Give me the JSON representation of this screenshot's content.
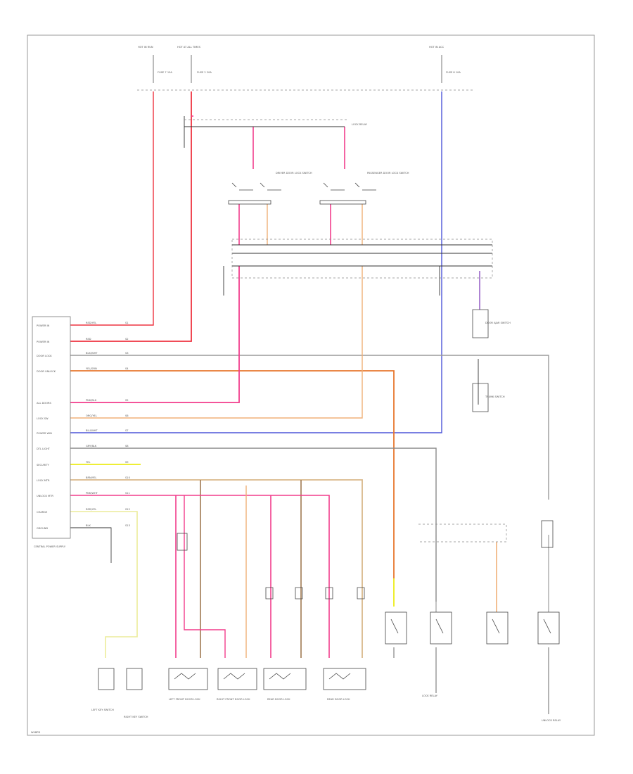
{
  "diagram": {
    "colors": {
      "red": "#ee3340",
      "pink": "#f23d8c",
      "orange": "#f0b078",
      "dark_orange": "#e8772e",
      "blue": "#4d55d8",
      "yellow": "#ecec18",
      "brown": "#a07a52",
      "tan": "#d9b88a",
      "violet": "#9a66c8",
      "gray": "#8a8a8a",
      "black": "#333333"
    },
    "power_feeds": [
      {
        "id": "hot-run",
        "label": "HOT IN RUN",
        "fuse": "FUSE 7 15A"
      },
      {
        "id": "hot-at-all-times",
        "label": "HOT AT ALL TIMES",
        "fuse": "FUSE 2 20A"
      },
      {
        "id": "hot-in-acc",
        "label": "HOT IN ACC",
        "fuse": "FUSE 8 10A"
      }
    ],
    "control_unit": {
      "label": "CENTRAL POWER SUPPLY",
      "pins": [
        {
          "name": "POWER IN",
          "wire": "RED/YEL",
          "code": "S1"
        },
        {
          "name": "POWER IN",
          "wire": "RED",
          "code": "S2"
        },
        {
          "name": "DOOR LOCK",
          "wire": "BLK/WHT",
          "code": "S3"
        },
        {
          "name": "DOOR UNLOCK",
          "wire": "YEL/GRN",
          "code": "S4"
        },
        {
          "name": "ALL DOORS",
          "wire": "PNK/BLK",
          "code": "S5"
        },
        {
          "name": "LOCK SW",
          "wire": "ORG/YEL",
          "code": "S6"
        },
        {
          "name": "POWER WIN",
          "wire": "BLU/WHT",
          "code": "S7"
        },
        {
          "name": "DTL LIGHT",
          "wire": "GRY/BLK",
          "code": "S8"
        },
        {
          "name": "SECURITY",
          "wire": "YEL",
          "code": "S9"
        },
        {
          "name": "LOCK MTR",
          "wire": "BRN/YEL",
          "code": "S10"
        },
        {
          "name": "UNLOCK MTR",
          "wire": "PNK/WHT",
          "code": "S11"
        },
        {
          "name": "CHARGE",
          "wire": "RED/YEL",
          "code": "S12"
        },
        {
          "name": "GROUND",
          "wire": "BLK",
          "code": "S13"
        }
      ]
    },
    "components": [
      {
        "id": "driver-door-switch",
        "label": "DRIVER DOOR LOCK SWITCH"
      },
      {
        "id": "passenger-door-switch",
        "label": "PASSENGER DOOR LOCK SWITCH"
      },
      {
        "id": "relay-top",
        "label": "LOCK RELAY"
      },
      {
        "id": "left-front-motor",
        "label": "LEFT FRONT DOOR LOCK"
      },
      {
        "id": "right-front-motor",
        "label": "RIGHT FRONT DOOR LOCK"
      },
      {
        "id": "rear-left-motor",
        "label": "REAR DOOR LOCK"
      },
      {
        "id": "rear-right-motor",
        "label": "REAR DOOR LOCK"
      },
      {
        "id": "left-key-switch",
        "label": "LEFT KEY SWITCH"
      },
      {
        "id": "right-key-switch",
        "label": "RIGHT KEY SWITCH"
      },
      {
        "id": "door-ajar-lamp",
        "label": "DOOR AJAR SWITCH"
      },
      {
        "id": "trunk-switch",
        "label": "TRUNK SWITCH"
      },
      {
        "id": "lock-relay-right",
        "label": "LOCK RELAY"
      },
      {
        "id": "unlock-relay-right",
        "label": "UNLOCK RELAY"
      }
    ],
    "footer": "W4BPD"
  }
}
